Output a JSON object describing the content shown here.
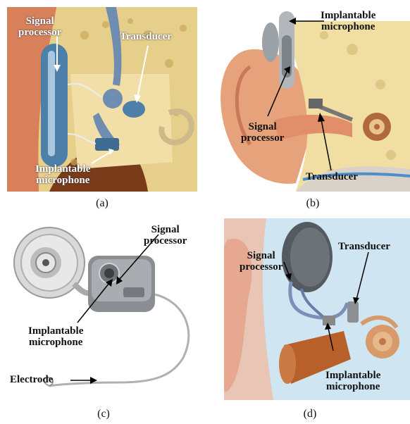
{
  "panels": {
    "a": {
      "caption": "(a)",
      "labels": {
        "signal_processor": [
          "Signal",
          "processor"
        ],
        "transducer": "Transducer",
        "implantable_microphone": [
          "Implantable",
          "microphone"
        ]
      }
    },
    "b": {
      "caption": "(b)",
      "labels": {
        "implantable_microphone": [
          "Implantable",
          "microphone"
        ],
        "signal_processor": [
          "Signal",
          "processor"
        ],
        "transducer": "Transducer"
      }
    },
    "c": {
      "caption": "(c)",
      "labels": {
        "signal_processor": [
          "Signal",
          "processor"
        ],
        "implantable_microphone": [
          "Implantable",
          "microphone"
        ],
        "electrode": "Electrode"
      }
    },
    "d": {
      "caption": "(d)",
      "labels": {
        "signal_processor": [
          "Signal",
          "processor"
        ],
        "transducer": "Transducer",
        "implantable_microphone": [
          "Implantable",
          "microphone"
        ]
      }
    }
  },
  "colors": {
    "bone": "#e9d79a",
    "skin": "#e6a27a",
    "device_blue": "#4d7fa8",
    "device_grey": "#8a8e93",
    "background_d": "#cfe6f2"
  }
}
